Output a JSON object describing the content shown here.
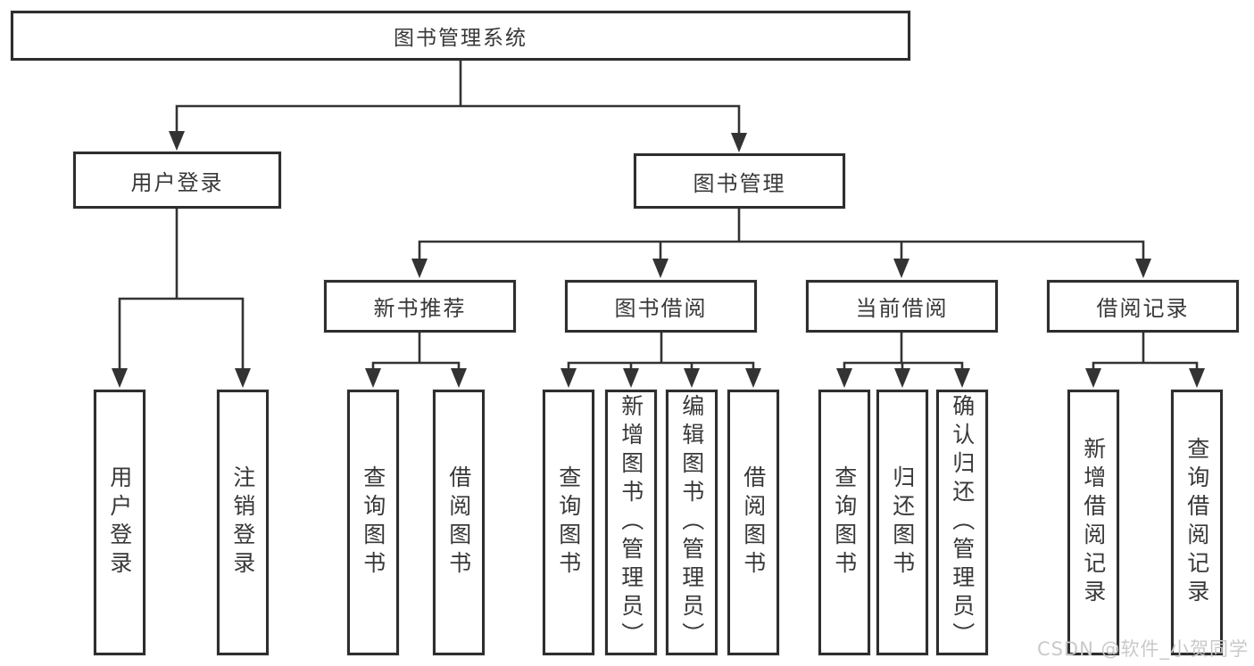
{
  "diagram": {
    "title": "图书管理系统",
    "colors": {
      "line": "#333333",
      "box_border": "#2e2e2e",
      "text": "#383838",
      "background": "#ffffff",
      "watermark": "#c9c9c9"
    },
    "root": {
      "label": "图书管理系统"
    },
    "branches": [
      {
        "label": "用户登录",
        "children": [
          {
            "label": "用户登录"
          },
          {
            "label": "注销登录"
          }
        ]
      },
      {
        "label": "图书管理",
        "children": [
          {
            "label": "新书推荐",
            "children": [
              {
                "label": "查询图书"
              },
              {
                "label": "借阅图书"
              }
            ]
          },
          {
            "label": "图书借阅",
            "children": [
              {
                "label": "查询图书"
              },
              {
                "label": "新增图书（管理员）"
              },
              {
                "label": "编辑图书（管理员）"
              },
              {
                "label": "借阅图书"
              }
            ]
          },
          {
            "label": "当前借阅",
            "children": [
              {
                "label": "查询图书"
              },
              {
                "label": "归还图书"
              },
              {
                "label": "确认归还（管理员）"
              }
            ]
          },
          {
            "label": "借阅记录",
            "children": [
              {
                "label": "新增借阅记录"
              },
              {
                "label": "查询借阅记录"
              }
            ]
          }
        ]
      }
    ],
    "watermark": "CSDN @软件_小贺同学"
  }
}
